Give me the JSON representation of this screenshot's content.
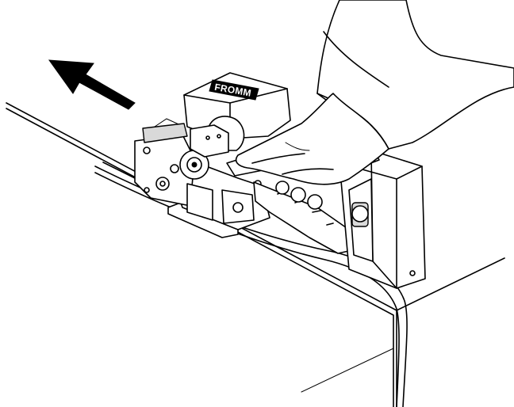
{
  "illustration": {
    "brand_label": "FROMM",
    "icons": [
      "direction-arrow-icon",
      "strapping-tool",
      "battery-pack",
      "hand",
      "strap",
      "box"
    ]
  }
}
